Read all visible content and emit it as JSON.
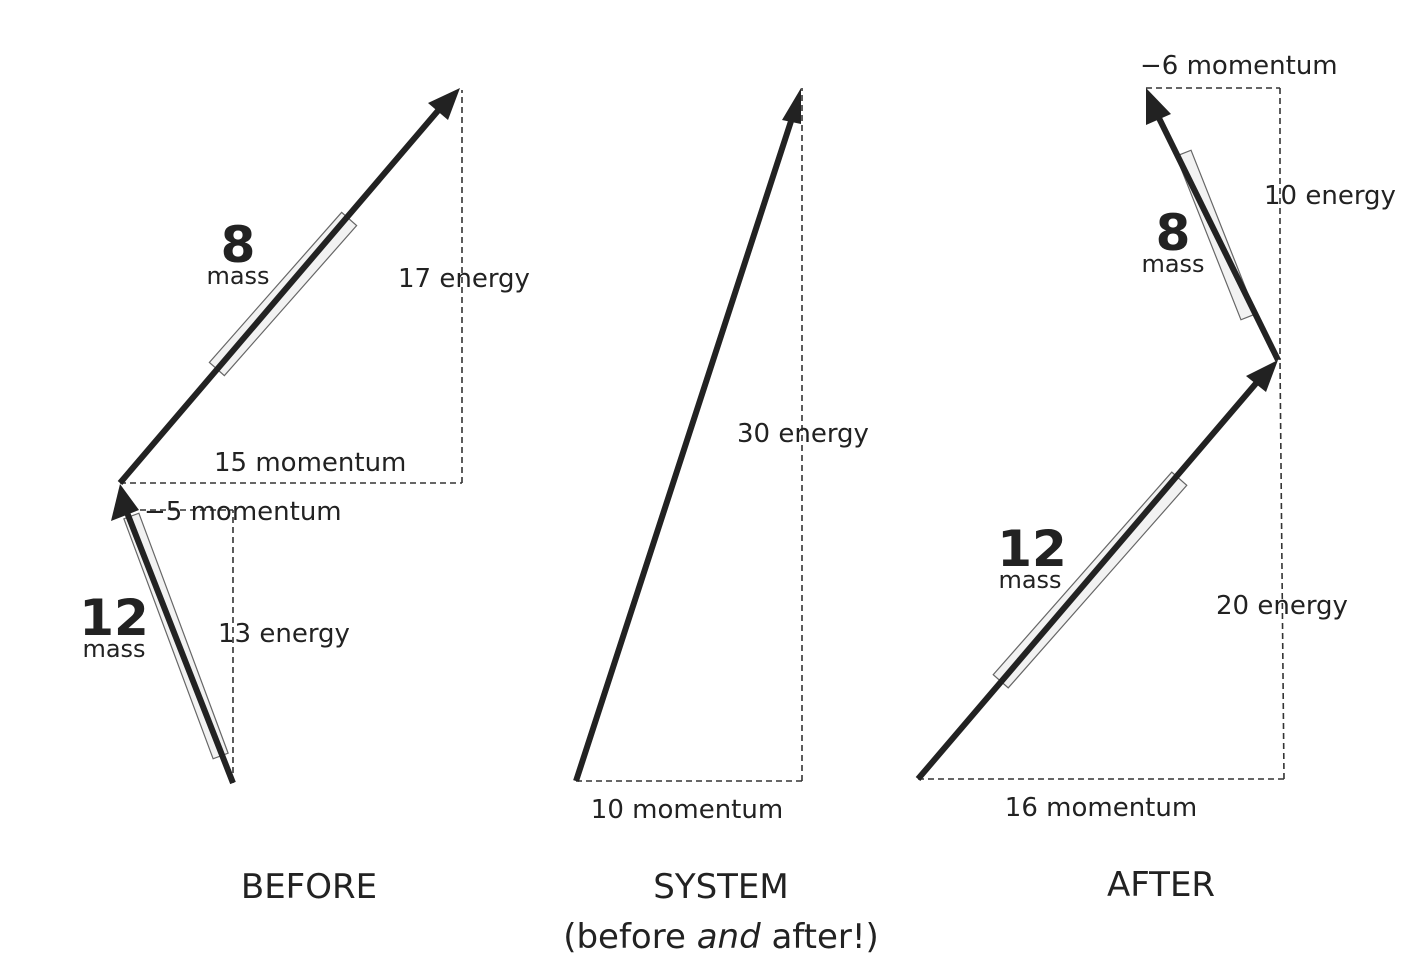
{
  "before": {
    "title": "BEFORE",
    "particle1": {
      "mass_number": "12",
      "mass_word": "mass",
      "momentum_label": "−5 momentum",
      "energy_label": "13 energy"
    },
    "particle2": {
      "mass_number": "8",
      "mass_word": "mass",
      "momentum_label": "15 momentum",
      "energy_label": "17 energy"
    }
  },
  "system": {
    "title_line1": "SYSTEM",
    "title_line2_prefix": "(before ",
    "title_line2_italic": "and",
    "title_line2_suffix": " after!)",
    "momentum_label": "10 momentum",
    "energy_label": "30 energy"
  },
  "after": {
    "title": "AFTER",
    "particle1": {
      "mass_number": "12",
      "mass_word": "mass",
      "momentum_label": "16 momentum",
      "energy_label": "20 energy"
    },
    "particle2": {
      "mass_number": "8",
      "mass_word": "mass",
      "momentum_label": "−6 momentum",
      "energy_label": "10 energy"
    }
  }
}
